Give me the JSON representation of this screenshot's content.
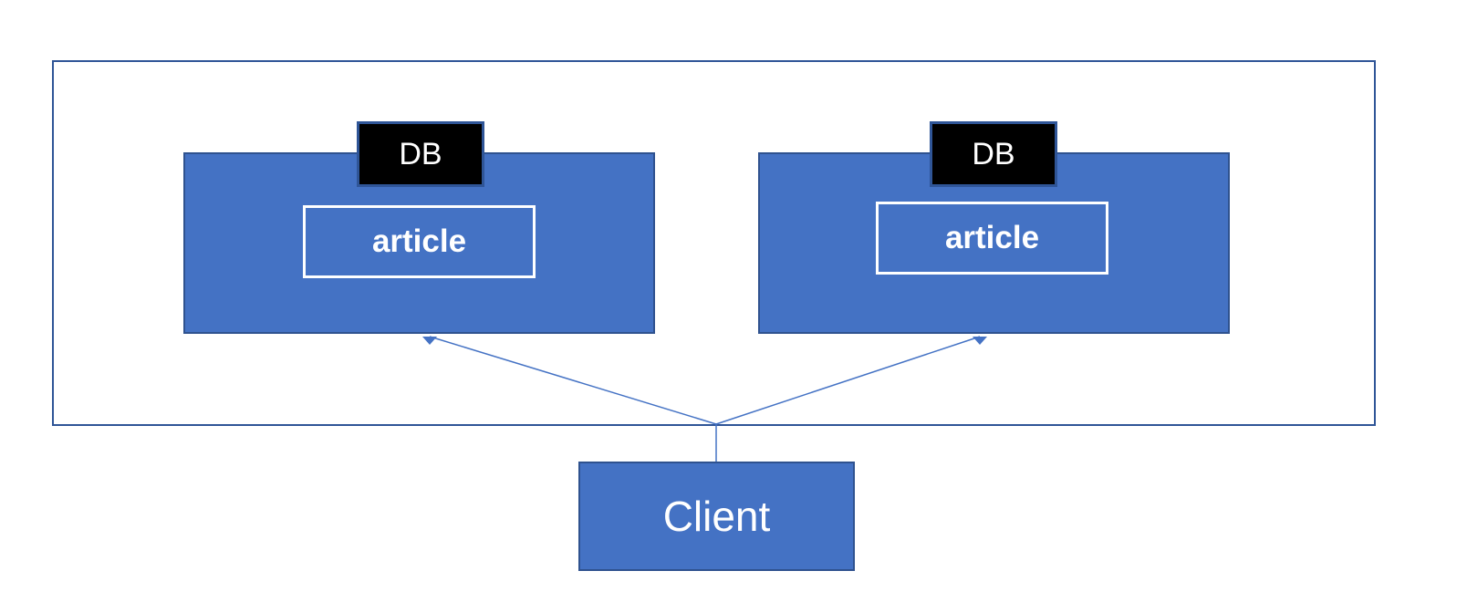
{
  "diagram": {
    "nodes": {
      "left": {
        "db_label": "DB",
        "table_label": "article"
      },
      "right": {
        "db_label": "DB",
        "table_label": "article"
      },
      "client": {
        "label": "Client"
      }
    },
    "edges": [
      {
        "from": "client",
        "to": "left"
      },
      {
        "from": "client",
        "to": "right"
      }
    ],
    "colors": {
      "node_fill": "#4472c4",
      "node_border": "#2f528f",
      "cluster_border": "#2f5597",
      "db_label_fill": "#000000",
      "text": "#ffffff"
    }
  }
}
